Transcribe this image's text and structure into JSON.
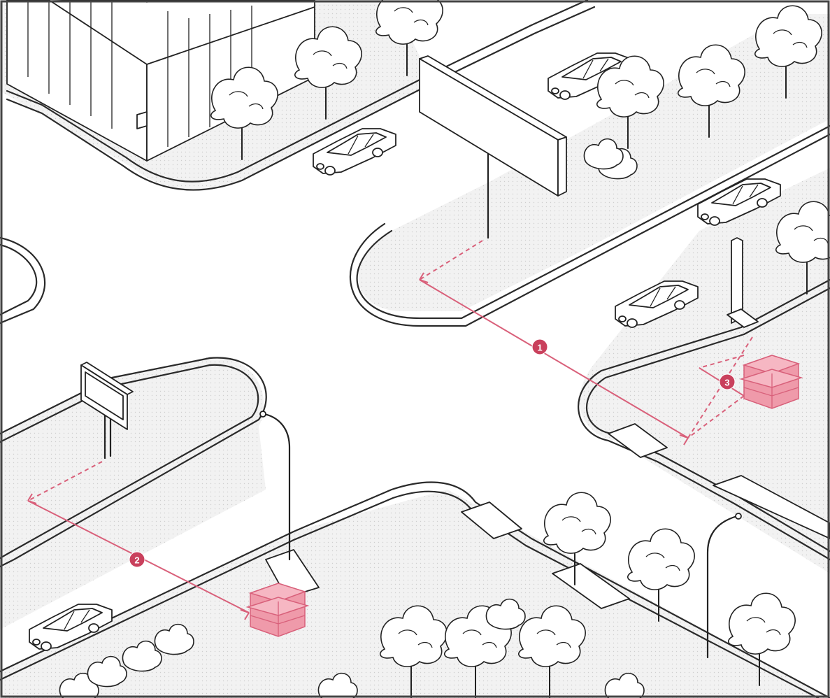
{
  "figure": {
    "title": "",
    "accent_color": "#d9607a",
    "kiosk_color": "#ef9aaa"
  },
  "dimensions": [
    {
      "id": "1",
      "label": "1"
    },
    {
      "id": "2",
      "label": "2"
    },
    {
      "id": "3",
      "label": "3"
    }
  ],
  "objects": {
    "kiosks": 2,
    "billboards": 3,
    "cars": 5,
    "street_lamps": 2
  },
  "icons": {
    "tree": "tree-icon",
    "car": "car-icon",
    "billboard": "billboard-icon",
    "kiosk": "kiosk-icon",
    "street_lamp": "street-lamp-icon"
  }
}
